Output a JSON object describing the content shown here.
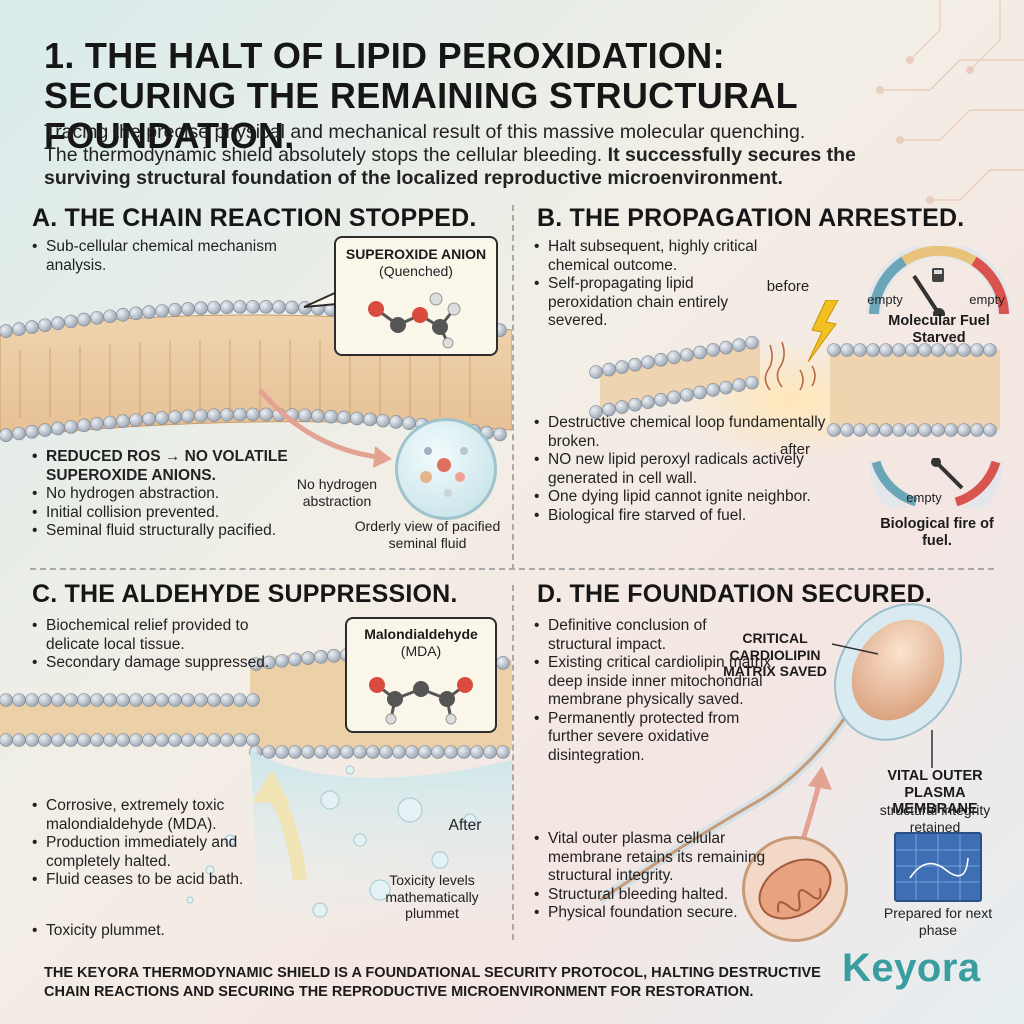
{
  "header": {
    "title_line1": "1. THE HALT OF LIPID PEROXIDATION:",
    "title_line2": "SECURING THE REMAINING STRUCTURAL FOUNDATION.",
    "intro_line1": "Tracing the precise physical and mechanical result of this massive molecular quenching.",
    "intro_line2_regular": "The thermodynamic shield absolutely stops the cellular bleeding. ",
    "intro_line2_bold": "It successfully secures the",
    "intro_line3_bold": "surviving structural foundation of the localized reproductive microenvironment."
  },
  "section_a": {
    "heading": "A. THE CHAIN REACTION STOPPED.",
    "bullets_top": [
      "Sub-cellular chemical mechanism analysis."
    ],
    "bullets_bottom": [
      {
        "text": "REDUCED ROS → NO VOLATILE SUPEROXIDE ANIONS.",
        "bold": true
      },
      {
        "text": "No hydrogen abstraction.",
        "bold": false
      },
      {
        "text": "Initial collision prevented.",
        "bold": false
      },
      {
        "text": "Seminal fluid structurally pacified.",
        "bold": false
      }
    ],
    "callout_title": "SUPEROXIDE ANION",
    "callout_sub": "(Quenched)",
    "arrow_label": "No hydrogen abstraction",
    "circle_caption": "Orderly view of pacified seminal fluid"
  },
  "section_b": {
    "heading": "B. THE PROPAGATION ARRESTED.",
    "bullets_top": [
      "Halt subsequent, highly critical chemical outcome.",
      "Self-propagating lipid peroxidation chain entirely severed."
    ],
    "bullets_bottom": [
      "Destructive chemical loop fundamentally broken.",
      "NO new lipid peroxyl radicals actively generated in cell wall.",
      "One dying lipid cannot ignite neighbor.",
      "Biological fire starved of fuel."
    ],
    "before_label": "before",
    "after_label": "after",
    "gauge1_left": "empty",
    "gauge1_right": "empty",
    "gauge1_caption": "Molecular Fuel Starved",
    "gauge2_label": "empty",
    "gauge2_caption": "Biological fire of fuel."
  },
  "section_c": {
    "heading": "C. THE ALDEHYDE SUPPRESSION.",
    "bullets_top": [
      "Biochemical relief provided to delicate local tissue.",
      "Secondary damage suppressed."
    ],
    "bullets_bottom": [
      "Corrosive, extremely toxic malondialdehyde (MDA).",
      "Production immediately and completely halted.",
      "Fluid ceases to be acid bath."
    ],
    "last_bullet": "Toxicity plummet.",
    "callout_title": "Malondialdehyde",
    "callout_sub": "(MDA)",
    "after_label": "After",
    "toxicity_caption": "Toxicity levels mathematically plummet"
  },
  "section_d": {
    "heading": "D. THE FOUNDATION SECURED.",
    "bullets_top": [
      "Definitive conclusion of structural impact.",
      "Existing critical cardiolipin matrix deep inside inner mitochondrial membrane physically saved.",
      "Permanently protected from further severe oxidative disintegration."
    ],
    "bullets_bottom": [
      "Vital outer plasma cellular membrane retains its remaining structural integrity.",
      "Structural bleeding halted.",
      "Physical foundation secure."
    ],
    "cardiolipin_label": "CRITICAL CARDIOLIPIN MATRIX SAVED",
    "membrane_label_bold": "VITAL OUTER PLASMA MEMBRANE",
    "membrane_label_sub": "structural integrity retained",
    "blueprint_caption": "Prepared for next phase"
  },
  "footer": {
    "line1": "THE KEYORA THERMODYNAMIC SHIELD IS A FOUNDATIONAL SECURITY PROTOCOL, HALTING DESTRUCTIVE",
    "line2": "CHAIN REACTIONS AND SECURING THE REPRODUCTIVE MICROENVIRONMENT FOR RESTORATION."
  },
  "brand": {
    "logo_text": "Keyora"
  },
  "colors": {
    "lipid_head": "#a9b3bf",
    "membrane_core": "#e9c9a0",
    "fluid": "#cfe7ec",
    "brand": "#3a9ea0",
    "warning": "#f2c021",
    "gauge_red": "#d9534f",
    "blueprint": "#3e6fb5"
  },
  "icons": [
    "lightning-icon",
    "fuel-pump-icon",
    "gauge-icon",
    "molecule-icon",
    "mitochondrion-icon",
    "blueprint-icon",
    "sperm-cell-icon"
  ]
}
